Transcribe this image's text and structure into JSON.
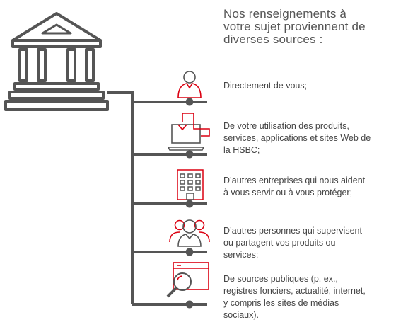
{
  "intro": {
    "lines": [
      "Nos renseignements à",
      "votre sujet proviennent de",
      "diverses sources :"
    ]
  },
  "sources": [
    {
      "icon": "person-icon",
      "lines": [
        "Directement de vous;"
      ]
    },
    {
      "icon": "laptop-icon",
      "lines": [
        "De votre utilisation des produits,",
        "services, applications et sites Web de",
        "la HSBC;"
      ]
    },
    {
      "icon": "building-icon",
      "lines": [
        "D’autres entreprises qui nous aident",
        "à vous servir ou à vous protéger;"
      ]
    },
    {
      "icon": "people-group-icon",
      "lines": [
        "D’autres personnes qui supervisent",
        "ou partagent vos produits ou",
        "services;"
      ]
    },
    {
      "icon": "magnifier-browser-icon",
      "lines": [
        "De sources publiques (p. ex.,",
        "registres fonciers, actualité, internet,",
        "y compris les sites de médias",
        "sociaux)."
      ]
    }
  ],
  "colors": {
    "gray": "#555555",
    "red": "#db0011"
  }
}
